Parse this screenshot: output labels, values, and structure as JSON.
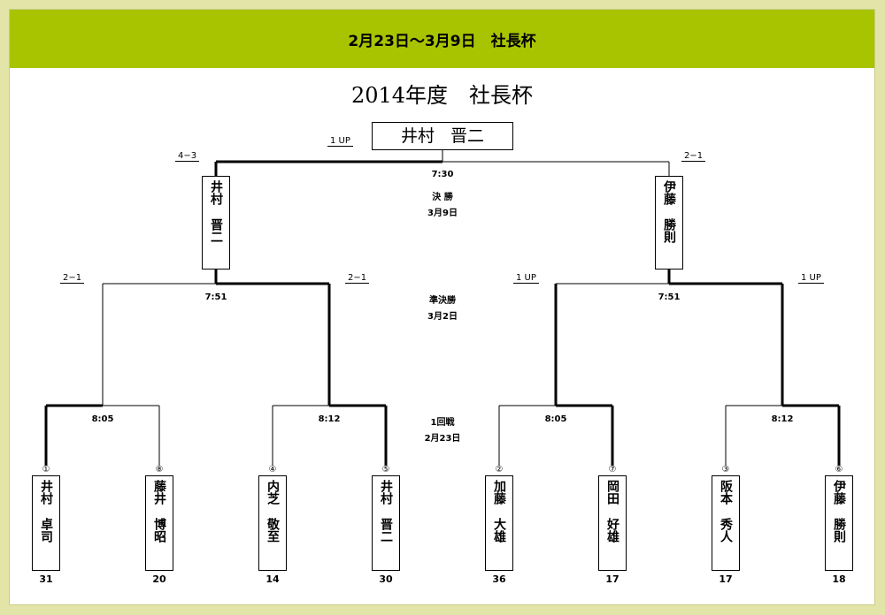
{
  "banner": "2月23日～3月9日　社長杯",
  "title": "2014年度　社長杯",
  "champion": [
    "井村",
    "晋二"
  ],
  "rounds": {
    "final": {
      "name": "決 勝",
      "date": "3月9日",
      "time": "7:30"
    },
    "semi": {
      "name": "準決勝",
      "date": "3月2日",
      "time_left": "7:51",
      "time_right": "7:51"
    },
    "first": {
      "name": "1回戦",
      "date": "2月23日",
      "times": [
        "8:05",
        "8:12",
        "8:05",
        "8:12"
      ]
    }
  },
  "scores": {
    "final_top": "1 UP",
    "final_left": "4−3",
    "final_right": "2−1",
    "semi_left_a": "2−1",
    "semi_left_b": "2−1",
    "semi_right_a": "1 UP",
    "semi_right_b": "1 UP"
  },
  "finalists": [
    {
      "top": "井村",
      "bottom": "晋二"
    },
    {
      "top": "伊藤",
      "bottom": "勝則"
    }
  ],
  "players": [
    {
      "seed": "①",
      "top": "井村",
      "bottom": "卓司",
      "num": "31"
    },
    {
      "seed": "⑧",
      "top": "藤井",
      "bottom": "博昭",
      "num": "20"
    },
    {
      "seed": "④",
      "top": "内芝",
      "bottom": "敬至",
      "num": "14"
    },
    {
      "seed": "⑤",
      "top": "井村",
      "bottom": "晋二",
      "num": "30"
    },
    {
      "seed": "②",
      "top": "加藤",
      "bottom": "大雄",
      "num": "36"
    },
    {
      "seed": "⑦",
      "top": "岡田",
      "bottom": "好雄",
      "num": "17"
    },
    {
      "seed": "③",
      "top": "阪本",
      "bottom": "秀人",
      "num": "17"
    },
    {
      "seed": "⑥",
      "top": "伊藤",
      "bottom": "勝則",
      "num": "18"
    }
  ],
  "line_color": "#000000",
  "banner_color": "#a8c400",
  "frame_color": "#e3e5a8"
}
